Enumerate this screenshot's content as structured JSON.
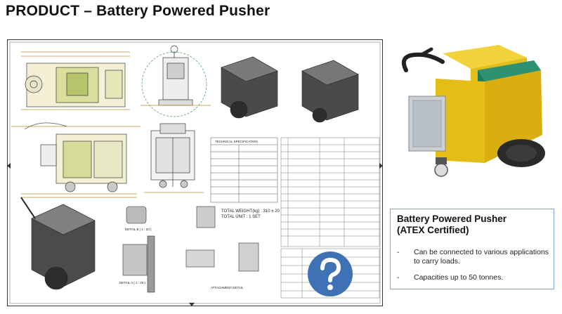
{
  "page": {
    "title": "PRODUCT – Battery Powered Pusher"
  },
  "card": {
    "title_line1": "Battery Powered Pusher",
    "title_line2": "(ATEX Certified)",
    "bullets": [
      "Can be connected to various applications to carry loads.",
      "Capacities up to 50 tonnes."
    ],
    "bullet_marker": "-"
  },
  "drawing": {
    "total_weight": "TOTAL WEIGHT(kg) : 310 ± 20",
    "total_unit": "TOTAL UNIT : 1 SET",
    "detail_a": "DETAIL B ( 1 : 20 )",
    "detail_b": "DETAIL A ( 1 : 20 )",
    "attachment": "ATTACHMENT DETAIL",
    "spec_header": "TECHNICAL SPECIFICATION"
  },
  "colors": {
    "title": "#111111",
    "card_border": "#7fa7d6",
    "help_badge": "#3f72b5",
    "machine_yellow": "#e8c41a",
    "machine_green": "#1f7a5e"
  },
  "icons": {
    "help": "question-mark-icon"
  }
}
